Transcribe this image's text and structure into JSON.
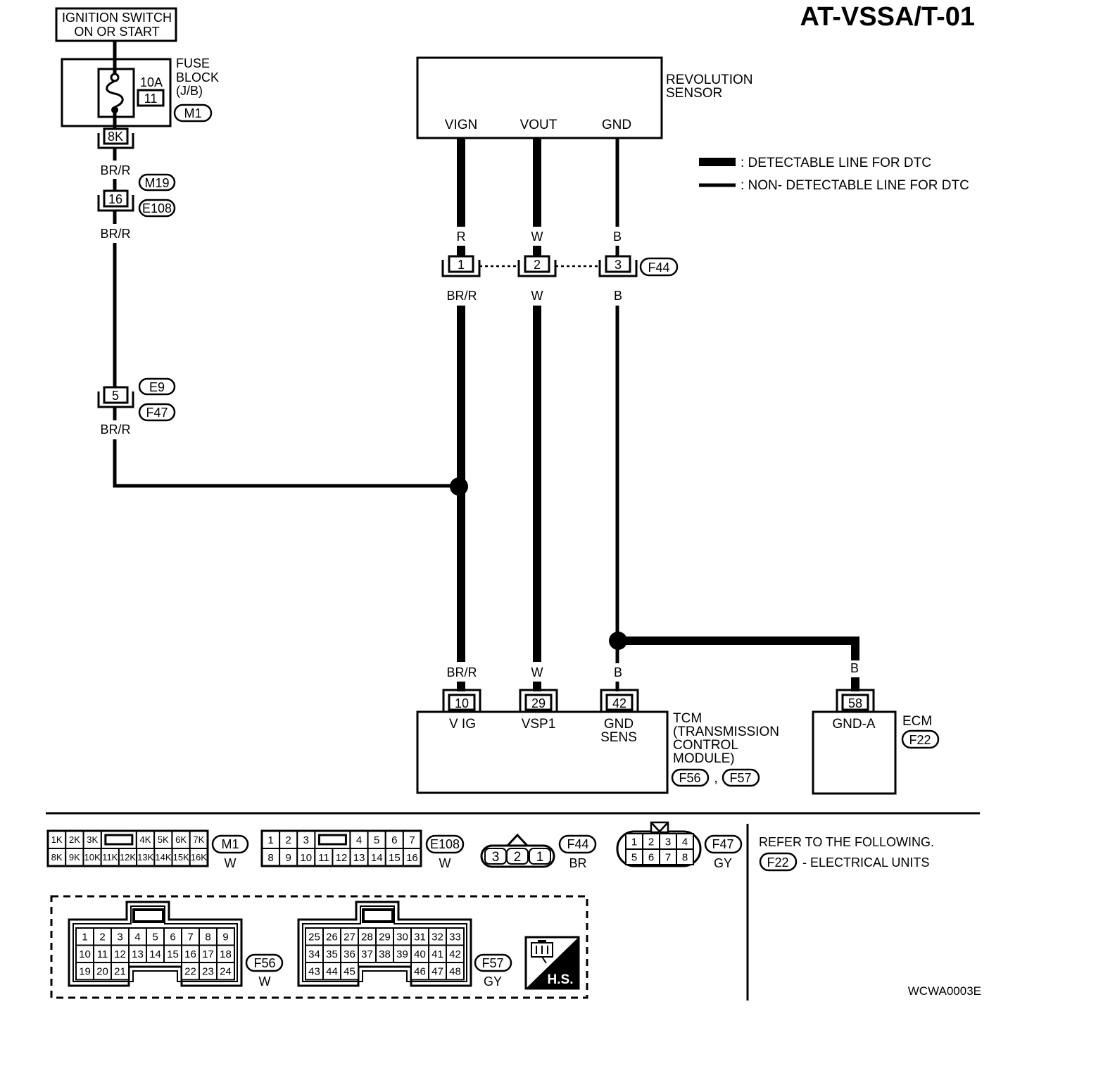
{
  "title": "AT-VSSA/T-01",
  "ignition": {
    "line1": "IGNITION SWITCH",
    "line2": "ON OR START"
  },
  "fuse_block": {
    "amp": "10A",
    "fuse_number": "11",
    "label": [
      "FUSE",
      "BLOCK",
      "(J/B)"
    ],
    "connector": "M1"
  },
  "supply_harness": {
    "connector_8k": "8K",
    "wire_1": "BR/R",
    "connector_16": "16",
    "connector_ids_16": [
      "M19",
      "E108"
    ],
    "wire_2": "BR/R",
    "connector_5": "5",
    "connector_ids_5": [
      "E9",
      "F47"
    ],
    "wire_3": "BR/R"
  },
  "revolution_sensor": {
    "label": [
      "REVOLUTION",
      "SENSOR"
    ],
    "terminals": [
      "VIGN",
      "VOUT",
      "GND"
    ]
  },
  "legend": {
    "detectable": ": DETECTABLE LINE FOR DTC",
    "non_detectable": ": NON- DETECTABLE LINE FOR DTC"
  },
  "sensor_harness": {
    "wire_colors_sensor_side": [
      "R",
      "W",
      "B"
    ],
    "joint_pins": [
      "1",
      "2",
      "3"
    ],
    "joint_connector": "F44",
    "wire_colors_harness_side": [
      "BR/R",
      "W",
      "B"
    ],
    "wire_colors_tcm_side": [
      "BR/R",
      "W",
      "B"
    ],
    "wire_color_ecm_side": "B"
  },
  "tcm": {
    "pins": [
      "10",
      "29",
      "42"
    ],
    "terminals": [
      "V IG",
      "VSP1"
    ],
    "gnd_sens": [
      "GND",
      "SENS"
    ],
    "label": [
      "TCM",
      "(TRANSMISSION",
      "CONTROL",
      "MODULE)"
    ],
    "connectors": [
      "F56",
      "F57"
    ],
    "separator": ","
  },
  "ecm": {
    "pin": "58",
    "terminal": "GND-A",
    "label": "ECM",
    "connector": "F22"
  },
  "connector_views": {
    "m1": {
      "id": "M1",
      "color": "W",
      "top": [
        "1K",
        "2K",
        "3K",
        "4K",
        "5K",
        "6K",
        "7K"
      ],
      "bottom": [
        "8K",
        "9K",
        "10K",
        "11K",
        "12K",
        "13K",
        "14K",
        "15K",
        "16K"
      ]
    },
    "e108": {
      "id": "E108",
      "color": "W",
      "top": [
        "1",
        "2",
        "3",
        "4",
        "5",
        "6",
        "7"
      ],
      "bottom": [
        "8",
        "9",
        "10",
        "11",
        "12",
        "13",
        "14",
        "15",
        "16"
      ]
    },
    "f44": {
      "id": "F44",
      "color": "BR",
      "pins": [
        "3",
        "2",
        "1"
      ]
    },
    "f47": {
      "id": "F47",
      "color": "GY",
      "top": [
        "1",
        "2",
        "3",
        "4"
      ],
      "bottom": [
        "5",
        "6",
        "7",
        "8"
      ]
    },
    "f56": {
      "id": "F56",
      "color": "W",
      "row1": [
        "1",
        "2",
        "3",
        "4",
        "5",
        "6",
        "7",
        "8",
        "9"
      ],
      "row2": [
        "10",
        "11",
        "12",
        "13",
        "14",
        "15",
        "16",
        "17",
        "18"
      ],
      "row3_left": [
        "19",
        "20",
        "21"
      ],
      "row3_right": [
        "22",
        "23",
        "24"
      ]
    },
    "f57": {
      "id": "F57",
      "color": "GY",
      "row1": [
        "25",
        "26",
        "27",
        "28",
        "29",
        "30",
        "31",
        "32",
        "33"
      ],
      "row2": [
        "34",
        "35",
        "36",
        "37",
        "38",
        "39",
        "40",
        "41",
        "42"
      ],
      "row3_left": [
        "43",
        "44",
        "45"
      ],
      "row3_right": [
        "46",
        "47",
        "48"
      ]
    }
  },
  "reference": {
    "text": "REFER TO THE FOLLOWING.",
    "connector": "F22",
    "description": "- ELECTRICAL UNITS"
  },
  "harness_symbol": {
    "label": "H.S."
  },
  "drawing_code": "WCWA0003E"
}
